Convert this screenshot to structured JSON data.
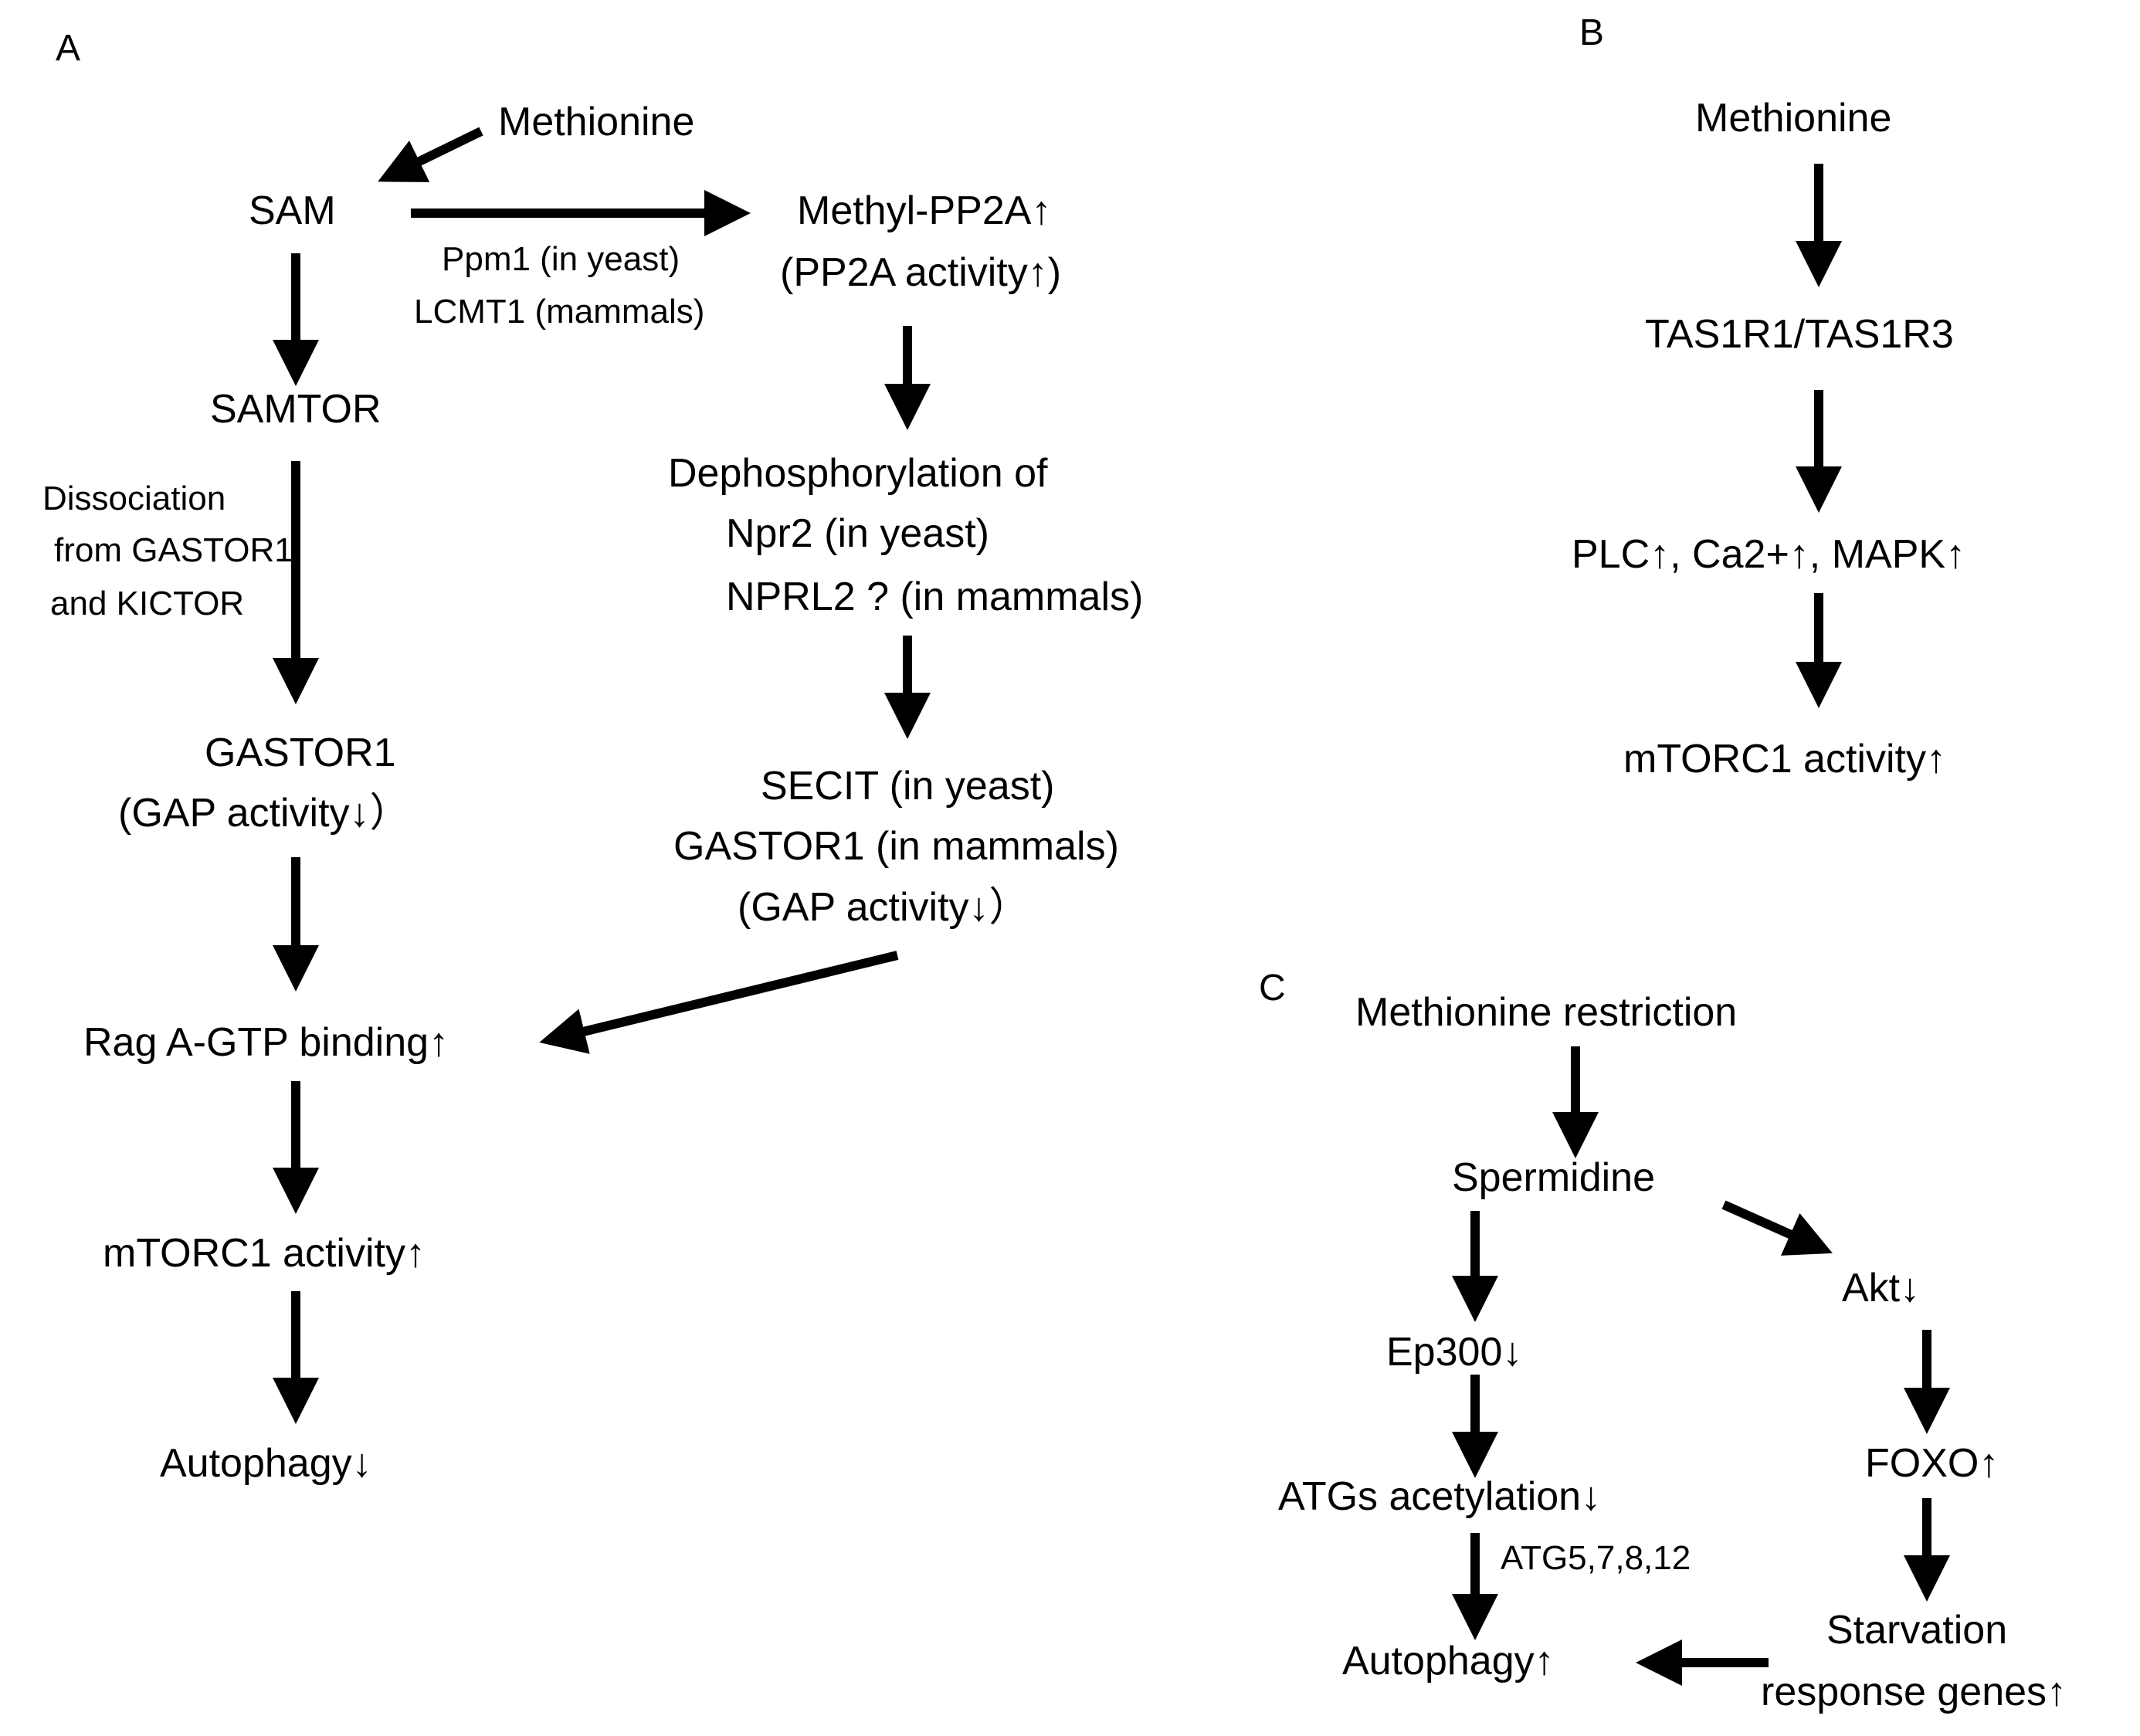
{
  "colors": {
    "ink": "#000000",
    "background": "#ffffff"
  },
  "panelA": {
    "label": "A",
    "methionine": "Methionine",
    "sam": "SAM",
    "samtor": "SAMTOR",
    "enzyme_line1": "Ppm1 (in yeast)",
    "enzyme_line2": "LCMT1 (mammals)",
    "methyl_pp2a": "Methyl-PP2A↑",
    "pp2a_activity": "(PP2A activity↑)",
    "dissociation_line1": "Dissociation",
    "dissociation_line2": "from GASTOR1",
    "dissociation_line3": "and KICTOR",
    "dephos_line1": "Dephosphorylation of",
    "dephos_line2": "Npr2 (in yeast)",
    "dephos_line3": "NPRL2 ? (in mammals)",
    "gastor1": "GASTOR1",
    "gastor1_gap": "(GAP activity↓）",
    "secit_line1": "SECIT (in yeast)",
    "secit_line2": "GASTOR1 (in mammals)",
    "secit_gap": "(GAP activity↓）",
    "rag": "Rag A-GTP binding↑",
    "mtorc1": "mTORC1  activity↑",
    "autophagy": "Autophagy↓"
  },
  "panelB": {
    "label": "B",
    "methionine": "Methionine",
    "receptor": "TAS1R1/TAS1R3",
    "signals": "PLC↑, Ca2+↑, MAPK↑",
    "mtorc1": "mTORC1  activity↑"
  },
  "panelC": {
    "label": "C",
    "restriction": "Methionine restriction",
    "spermidine": "Spermidine",
    "akt": "Akt↓",
    "ep300": "Ep300↓",
    "foxo": "FOXO↑",
    "atgs": "ATGs acetylation↓",
    "atg_list": "ATG5,7,8,12",
    "starvation_line1": "Starvation",
    "starvation_line2": "response genes↑",
    "autophagy": "Autophagy↑"
  }
}
